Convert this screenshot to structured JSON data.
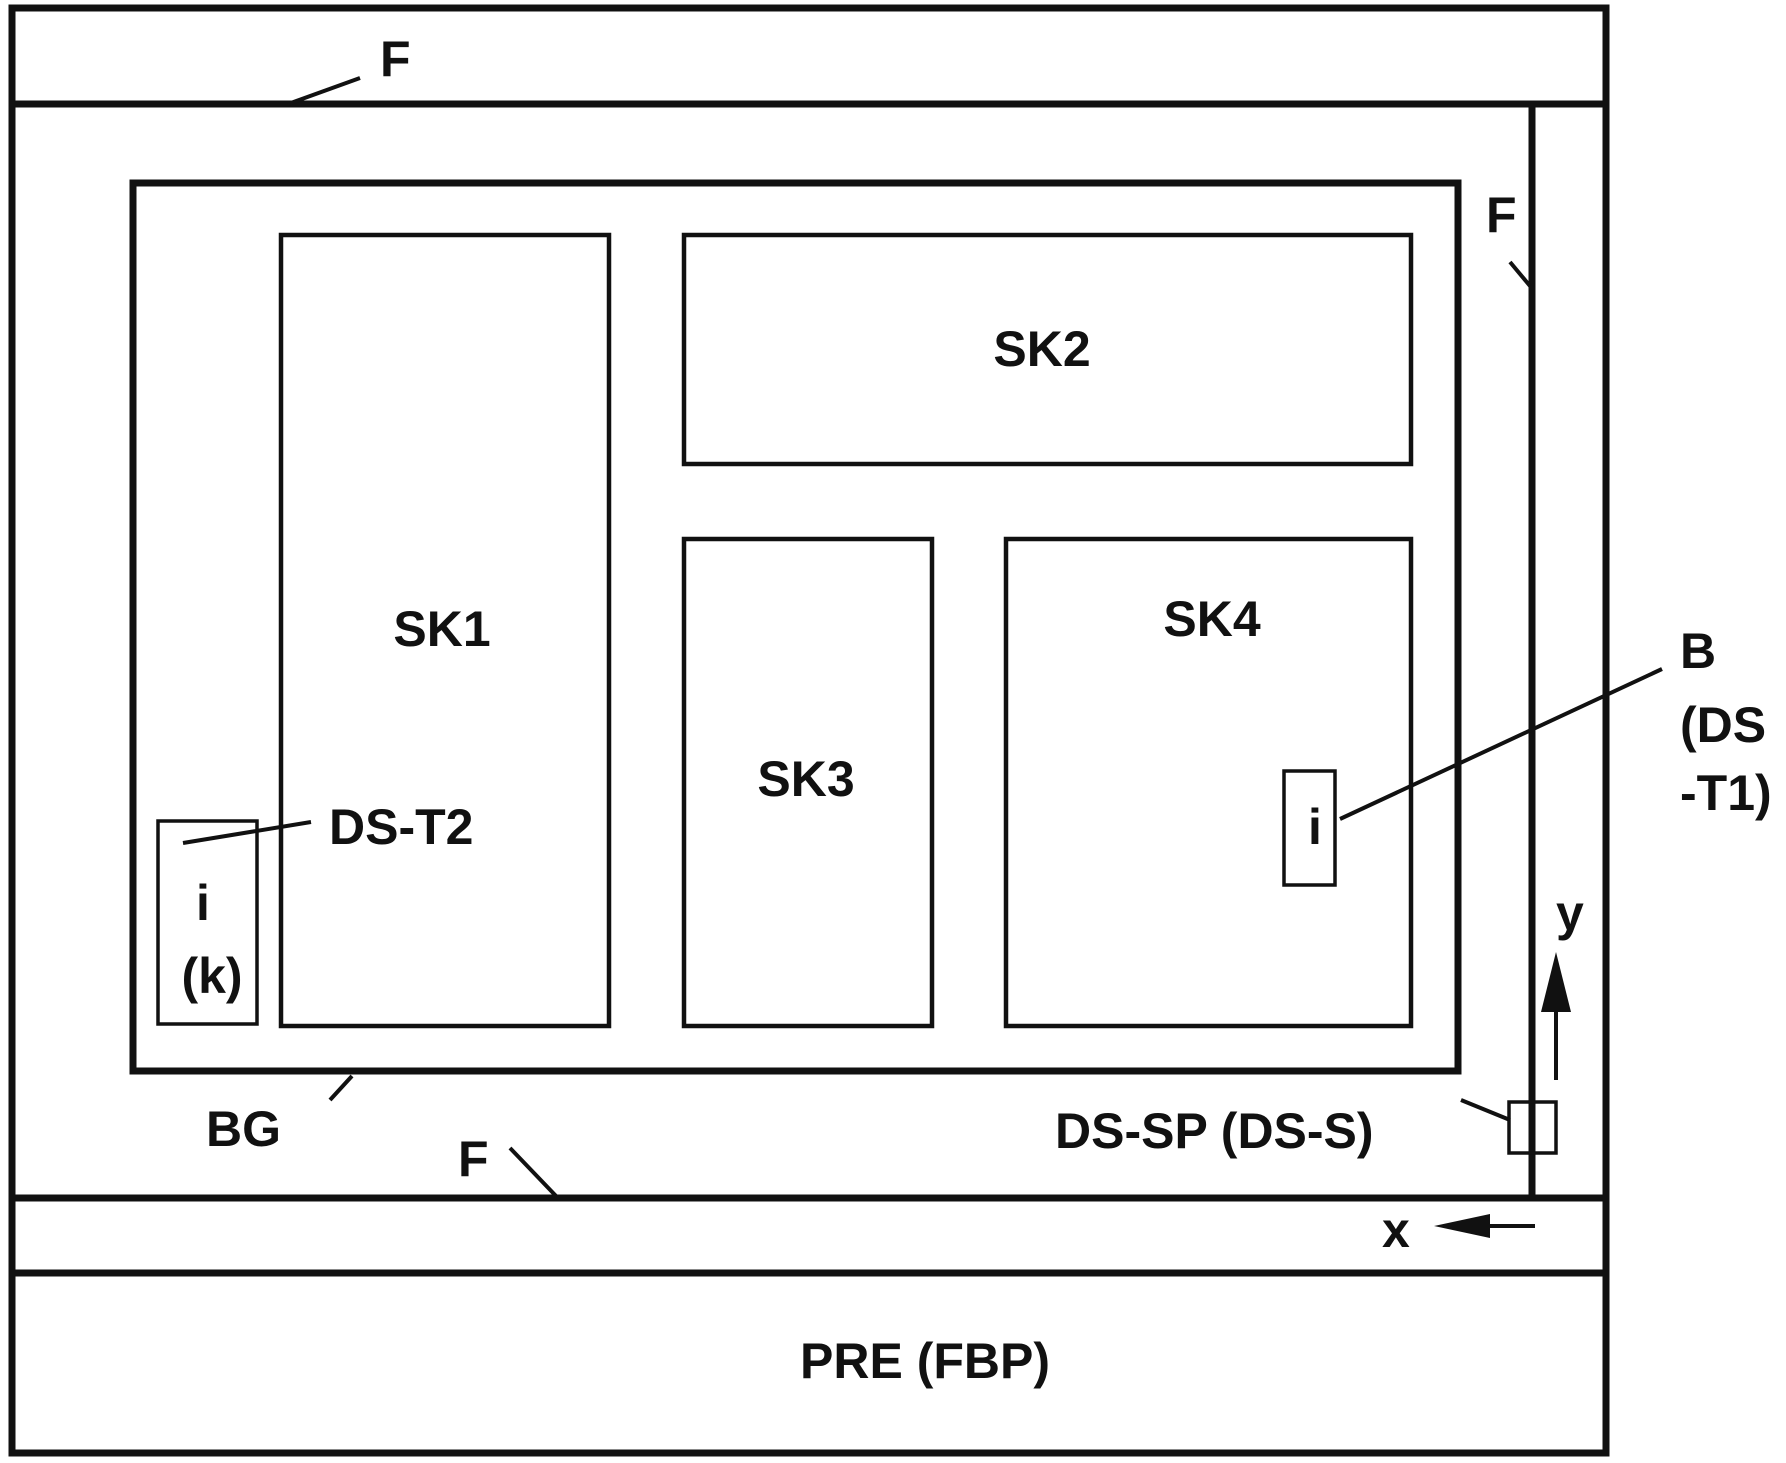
{
  "labels": {
    "f_top": "F",
    "f_right": "F",
    "f_bottom": "F",
    "sk1": "SK1",
    "sk2": "SK2",
    "sk3": "SK3",
    "sk4": "SK4",
    "ds_t2": "DS-T2",
    "i_left": "i",
    "k_left": "(k)",
    "i_right": "i",
    "b_line1": "B",
    "b_line2": "(DS",
    "b_line3": "-T1)",
    "bg": "BG",
    "ds_sp": "DS-SP (DS-S)",
    "axis_y": "y",
    "axis_x": "x",
    "pre": "PRE (FBP)"
  }
}
